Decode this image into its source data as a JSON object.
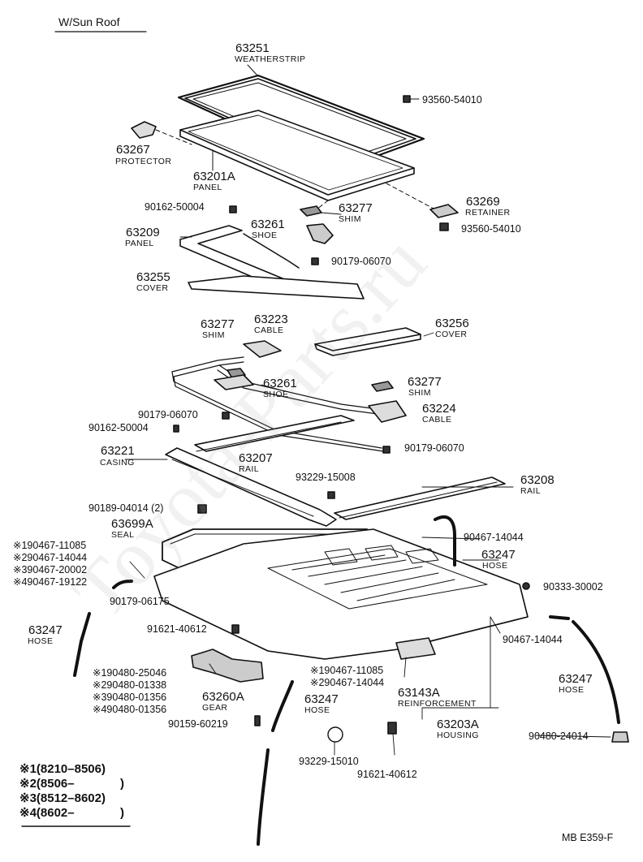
{
  "header": {
    "title": "W/Sun Roof"
  },
  "parts": {
    "p63251": {
      "no": "63251",
      "name": "WEATHERSTRIP"
    },
    "p93560a": {
      "no": "93560-54010"
    },
    "p63267": {
      "no": "63267",
      "name": "PROTECTOR"
    },
    "p63201A": {
      "no": "63201A",
      "name": "PANEL"
    },
    "p90162a": {
      "no": "90162-50004"
    },
    "p63277a": {
      "no": "63277",
      "name": "SHIM"
    },
    "p63269": {
      "no": "63269",
      "name": "RETAINER"
    },
    "p63261a": {
      "no": "63261",
      "name": "SHOE"
    },
    "p93560b": {
      "no": "93560-54010"
    },
    "p63209": {
      "no": "63209",
      "name": "PANEL"
    },
    "p90179a": {
      "no": "90179-06070"
    },
    "p63255": {
      "no": "63255",
      "name": "COVER"
    },
    "p63277b": {
      "no": "63277",
      "name": "SHIM"
    },
    "p63223": {
      "no": "63223",
      "name": "CABLE"
    },
    "p63256": {
      "no": "63256",
      "name": "COVER"
    },
    "p63261b": {
      "no": "63261",
      "name": "SHOE"
    },
    "p63277c": {
      "no": "63277",
      "name": "SHIM"
    },
    "p90179b": {
      "no": "90179-06070"
    },
    "p63224": {
      "no": "63224",
      "name": "CABLE"
    },
    "p90162b": {
      "no": "90162-50004"
    },
    "p90179c": {
      "no": "90179-06070"
    },
    "p63221": {
      "no": "63221",
      "name": "CASING"
    },
    "p63207": {
      "no": "63207",
      "name": "RAIL"
    },
    "p93229a": {
      "no": "93229-15008"
    },
    "p63208": {
      "no": "63208",
      "name": "RAIL"
    },
    "p90189": {
      "no": "90189-04014 (2)"
    },
    "p63699A": {
      "no": "63699A",
      "name": "SEAL"
    },
    "p90467a": {
      "no": "90467-14044"
    },
    "p63247a": {
      "no": "63247",
      "name": "HOSE"
    },
    "p90333": {
      "no": "90333-30002"
    },
    "p90179d": {
      "no": "90179-06175"
    },
    "p91621a": {
      "no": "91621-40612"
    },
    "p90467b": {
      "no": "90467-14044"
    },
    "p63247b": {
      "no": "63247",
      "name": "HOSE"
    },
    "p63143A": {
      "no": "63143A",
      "name": "REINFORCEMENT"
    },
    "p63247c": {
      "no": "63247",
      "name": "HOSE"
    },
    "p63247d": {
      "no": "63247",
      "name": "HOSE"
    },
    "p63260A": {
      "no": "63260A",
      "name": "GEAR"
    },
    "p63203A": {
      "no": "63203A",
      "name": "HOUSING"
    },
    "p90159": {
      "no": "90159-60219"
    },
    "p90480": {
      "no": "90480-24014"
    },
    "p93229b": {
      "no": "93229-15010"
    },
    "p91621b": {
      "no": "91621-40612"
    }
  },
  "left_group": [
    "※190467-11085",
    "※290467-14044",
    "※390467-20002",
    "※490467-19122"
  ],
  "gear_group": [
    "※190480-25046",
    "※290480-01338",
    "※390480-01356",
    "※490480-01356"
  ],
  "mid_group": [
    "※190467-11085",
    "※290467-14044"
  ],
  "legend": [
    "※1(8210–8506)",
    "※2(8506–",
    "※3(8512–8602)",
    "※4(8602–"
  ],
  "legend_close": [
    ")",
    ")"
  ],
  "footer": {
    "code": "MB  E359-F"
  },
  "watermark": "Toyota-Parts.ru"
}
